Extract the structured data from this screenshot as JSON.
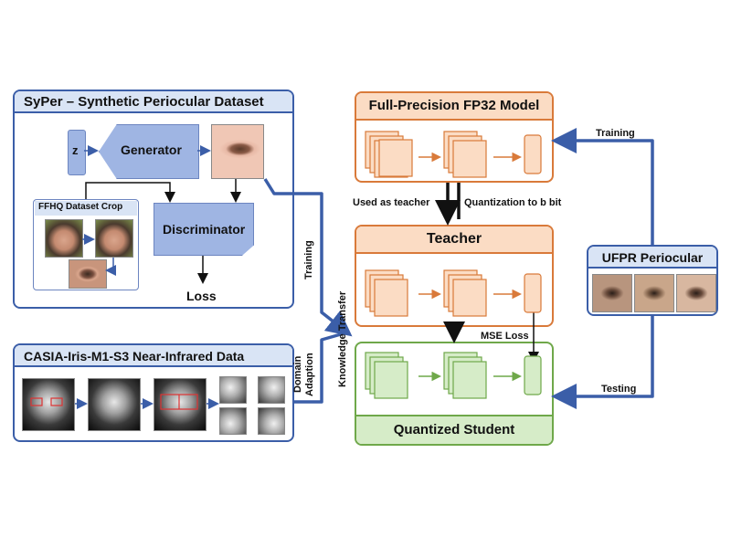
{
  "syper": {
    "title": "SyPer – Synthetic Periocular Dataset",
    "z": "z",
    "generator": "Generator",
    "discriminator": "Discriminator",
    "ffhq": "FFHQ Dataset Crop",
    "loss": "Loss"
  },
  "casia": {
    "title": "CASIA-Iris-M1-S3 Near-Infrared Data"
  },
  "flow": {
    "training_left": "Training",
    "domain_adaption_line1": "Domain",
    "domain_adaption_line2": "Adaption",
    "knowledge_transfer": "Knowledge Transfer",
    "used_as_teacher": "Used as teacher",
    "quantization": "Quantization to b bit",
    "mse_loss": "MSE Loss",
    "training_right": "Training",
    "testing": "Testing"
  },
  "fp32": {
    "title": "Full-Precision FP32 Model"
  },
  "teacher": {
    "title": "Teacher"
  },
  "student": {
    "title": "Quantized Student"
  },
  "ufpr": {
    "title": "UFPR Periocular"
  },
  "colors": {
    "blue": "#3b5ea8",
    "orange": "#d97a3a",
    "green": "#6fa84a"
  }
}
